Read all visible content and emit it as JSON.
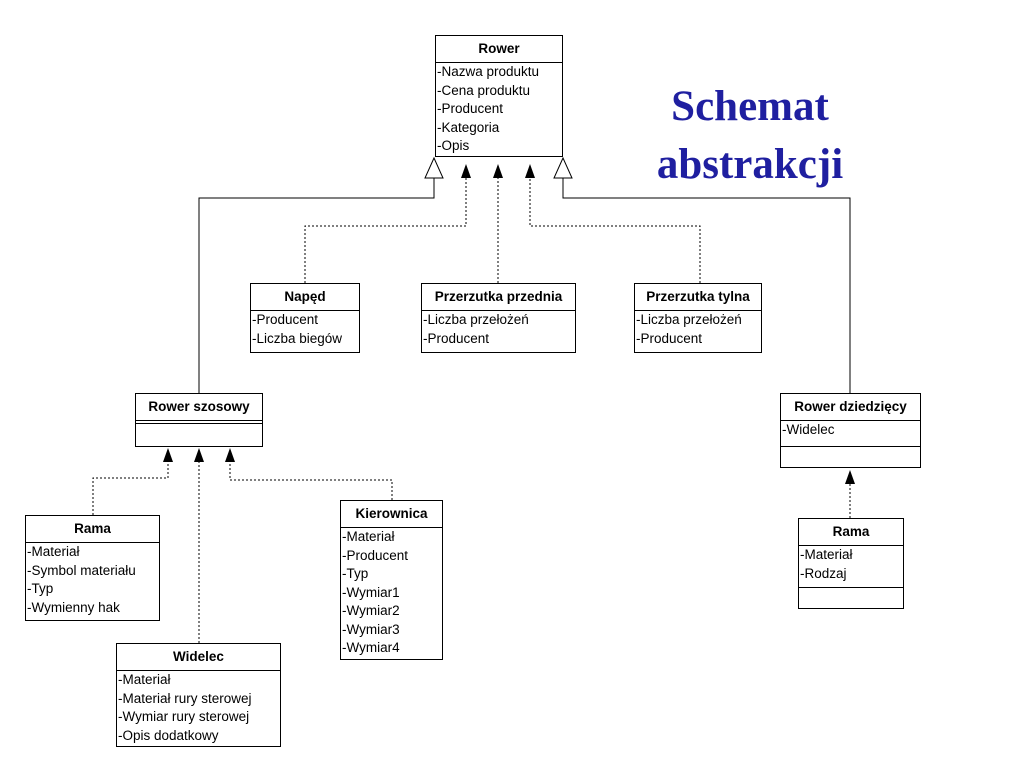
{
  "title": {
    "line1": "Schemat",
    "line2": "abstrakcji"
  },
  "classes": [
    {
      "id": "rower",
      "name": "Rower",
      "attributes": [
        "-Nazwa produktu",
        "-Cena produktu",
        "-Producent",
        "-Kategoria",
        "-Opis"
      ]
    },
    {
      "id": "naped",
      "name": "Napęd",
      "attributes": [
        "-Producent",
        "-Liczba biegów"
      ]
    },
    {
      "id": "przerzutka-przednia",
      "name": "Przerzutka przednia",
      "attributes": [
        "-Liczba przełożeń",
        "-Producent"
      ]
    },
    {
      "id": "przerzutka-tylna",
      "name": "Przerzutka tylna",
      "attributes": [
        "-Liczba przełożeń",
        "-Producent"
      ]
    },
    {
      "id": "rower-szosowy",
      "name": "Rower szosowy",
      "attributes": []
    },
    {
      "id": "rower-dziedziecy",
      "name": "Rower dziedzięcy",
      "attributes": [
        "-Widelec"
      ]
    },
    {
      "id": "rama-szosowa",
      "name": "Rama",
      "attributes": [
        "-Materiał",
        "-Symbol materiału",
        "-Typ",
        "-Wymienny hak"
      ]
    },
    {
      "id": "kierownica",
      "name": "Kierownica",
      "attributes": [
        "-Materiał",
        "-Producent",
        "-Typ",
        "-Wymiar1",
        "-Wymiar2",
        "-Wymiar3",
        "-Wymiar4"
      ]
    },
    {
      "id": "widelec",
      "name": "Widelec",
      "attributes": [
        "-Materiał",
        "-Materiał rury sterowej",
        "-Wymiar rury sterowej",
        "-Opis dodatkowy"
      ]
    },
    {
      "id": "rama-dziecieca",
      "name": "Rama",
      "attributes": [
        "-Materiał",
        "-Rodzaj"
      ]
    }
  ],
  "relations": [
    {
      "from": "rower-szosowy",
      "to": "rower",
      "kind": "generalization"
    },
    {
      "from": "rower-dziedziecy",
      "to": "rower",
      "kind": "generalization"
    },
    {
      "from": "naped",
      "to": "rower",
      "kind": "dependency"
    },
    {
      "from": "przerzutka-przednia",
      "to": "rower",
      "kind": "dependency"
    },
    {
      "from": "przerzutka-tylna",
      "to": "rower",
      "kind": "dependency"
    },
    {
      "from": "rama-szosowa",
      "to": "rower-szosowy",
      "kind": "dependency"
    },
    {
      "from": "widelec",
      "to": "rower-szosowy",
      "kind": "dependency"
    },
    {
      "from": "kierownica",
      "to": "rower-szosowy",
      "kind": "dependency"
    },
    {
      "from": "rama-dziecieca",
      "to": "rower-dziedziecy",
      "kind": "dependency"
    }
  ]
}
